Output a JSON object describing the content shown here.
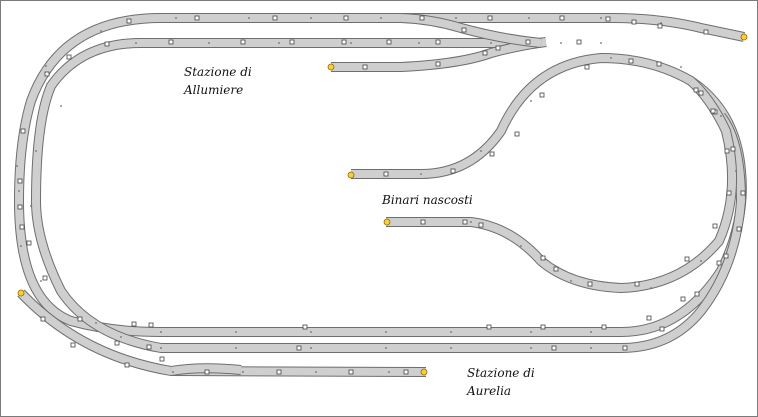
{
  "labels": {
    "allumiere": [
      "Stazione di",
      "Allumiere"
    ],
    "hidden_tracks": "Binari nascosti",
    "aurelia": [
      "Stazione di",
      "Aurelia"
    ]
  },
  "colors": {
    "rail_fill": "#cfcfcf",
    "rail_edge": "#6e6e6e",
    "joint": "#6e6e6e",
    "buffer_stop": "#ffcc33",
    "background": "#ffffff"
  }
}
